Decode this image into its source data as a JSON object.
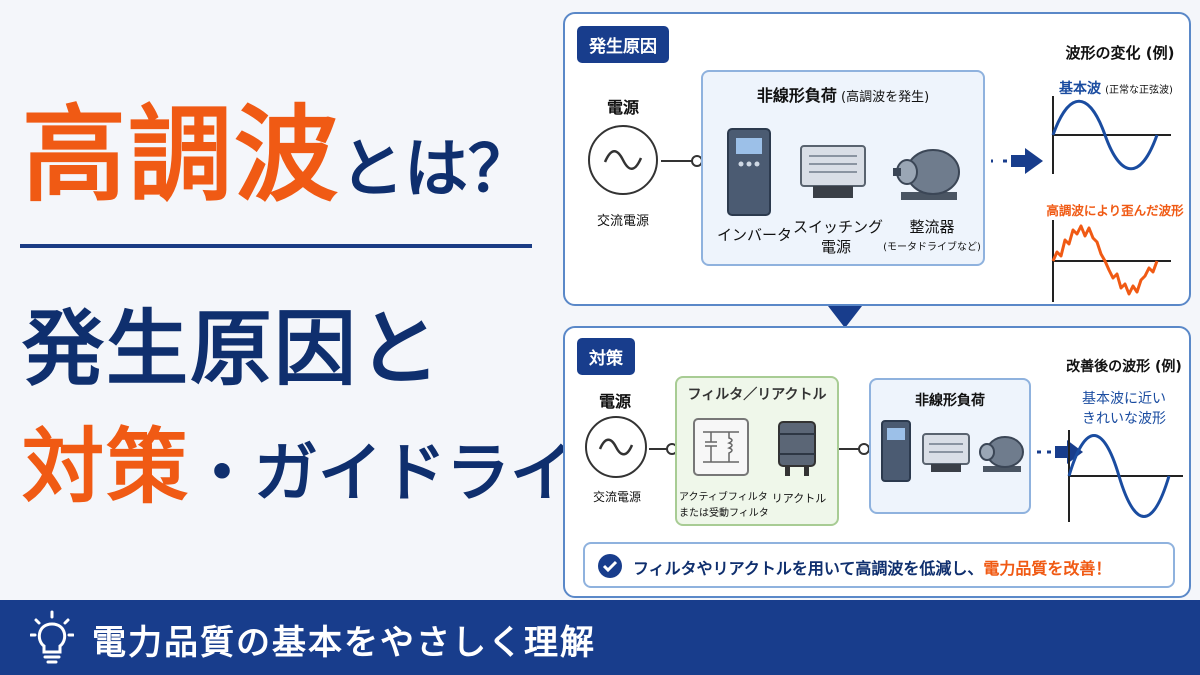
{
  "title": {
    "line1_main": "高調波",
    "line1_suffix": "とは？",
    "line2": "発生原因と",
    "line3_main": "対策",
    "line3_suffix": "・ガイドライン"
  },
  "banner": {
    "icon": "lightbulb-icon",
    "text": "電力品質の基本をやさしく理解"
  },
  "cause": {
    "tag": "発生原因",
    "source_title": "電源",
    "source_label": "交流電源",
    "load_box_title": "非線形負荷",
    "load_box_subtitle": "(高調波を発生)",
    "devices": [
      {
        "label": "インバータ",
        "sub": ""
      },
      {
        "label": "スイッチング",
        "sub": "電源"
      },
      {
        "label": "整流器",
        "sub": "(モータドライブなど)"
      }
    ],
    "wave_header": "波形の変化 (例)",
    "wave1_label": "基本波",
    "wave1_sub": "(正常な正弦波)",
    "wave2_label": "高調波により歪んだ波形"
  },
  "fix": {
    "tag": "対策",
    "source_title": "電源",
    "source_label": "交流電源",
    "filter_box_title": "フィルタ／リアクトル",
    "filter_label1": "アクティブフィルタ",
    "filter_label2": "または受動フィルタ",
    "reactor_label": "リアクトル",
    "load_box_title": "非線形負荷",
    "wave_header": "改善後の波形 (例)",
    "wave_label1": "基本波に近い",
    "wave_label2": "きれいな波形",
    "check_text_main": "フィルタやリアクトルを用いて高調波を低減し、",
    "check_text_accent": "電力品質を改善！"
  },
  "colors": {
    "orange": "#f05a14",
    "navy": "#0f2f6e",
    "blue": "#183d8c",
    "wave_blue": "#1a4ca0"
  }
}
